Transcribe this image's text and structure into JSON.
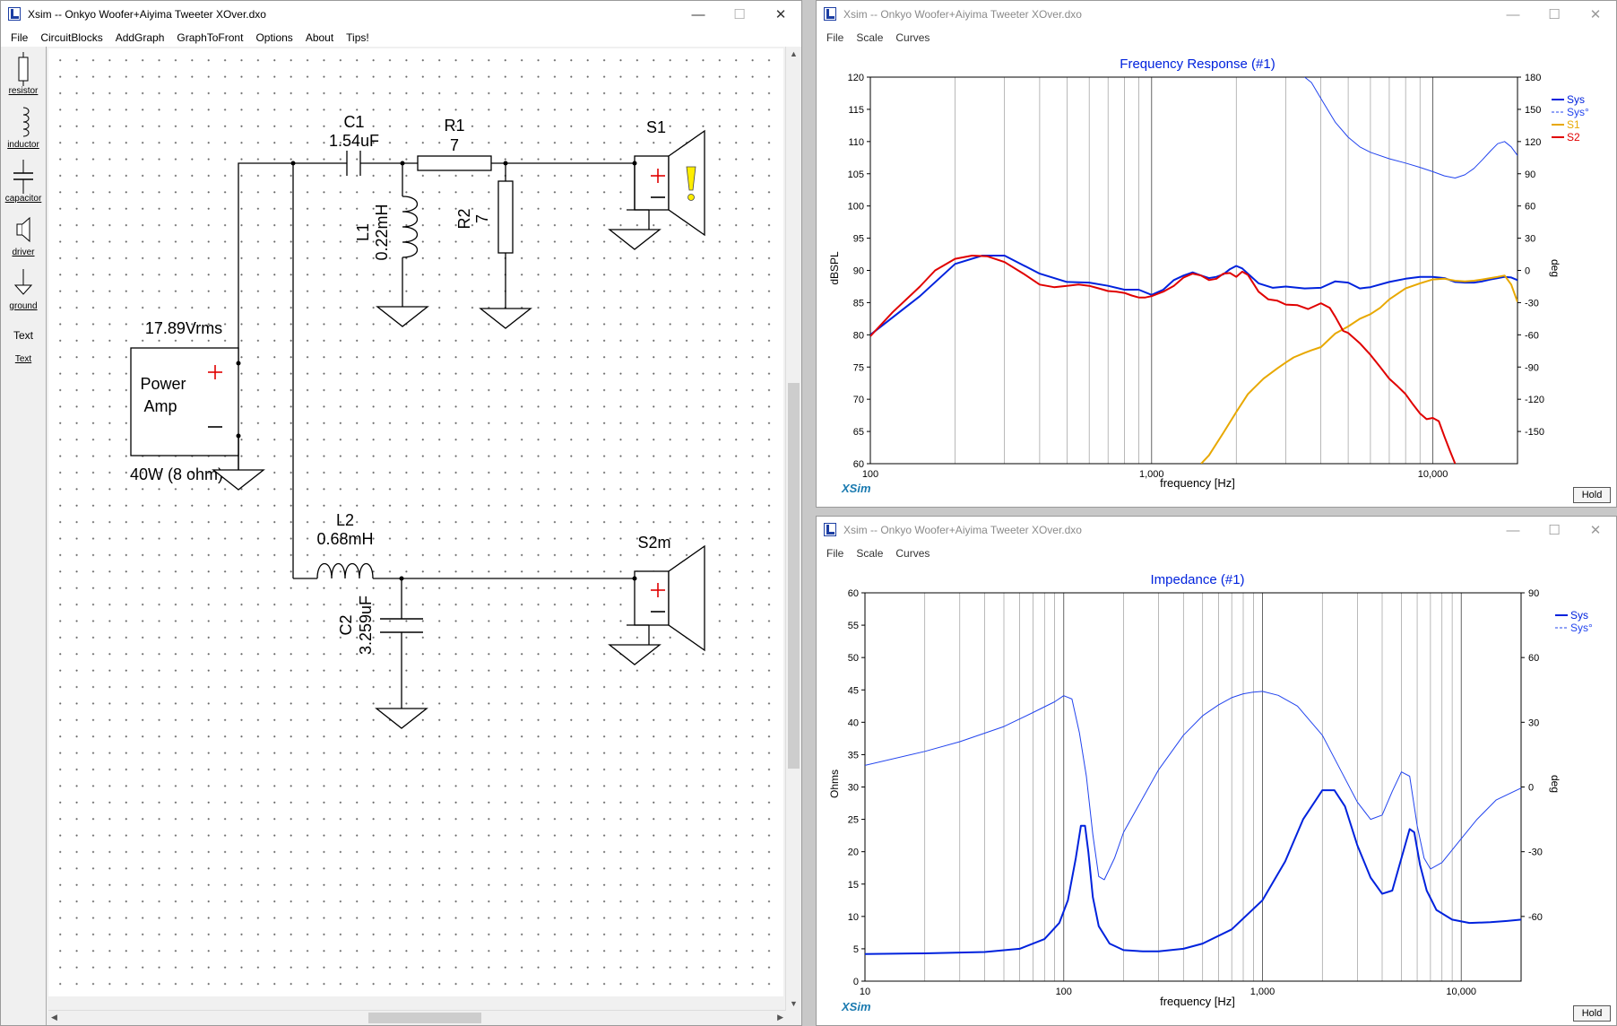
{
  "editor": {
    "title": "Xsim -- Onkyo Woofer+Aiyima Tweeter XOver.dxo",
    "menu": [
      "File",
      "CircuitBlocks",
      "AddGraph",
      "GraphToFront",
      "Options",
      "About",
      "Tips!"
    ],
    "window_buttons": {
      "min": "—",
      "max": "☐",
      "close": "✕"
    },
    "toolbox": {
      "resistor": "resistor",
      "inductor": "inductor",
      "capacitor": "capacitor",
      "driver": "driver",
      "ground": "ground",
      "text1": "Text",
      "text2": "Text"
    },
    "schematic": {
      "amp_voltage": "17.89Vrms",
      "amp_name_1": "Power",
      "amp_name_2": "Amp",
      "amp_rating": "40W (8 ohm)",
      "c1_name": "C1",
      "c1_value": "1.54uF",
      "r1_name": "R1",
      "r1_value": "7",
      "l1_name": "L1",
      "l1_value": "0.22mH",
      "r2_name": "R2",
      "r2_value": "7",
      "s1_name": "S1",
      "l2_name": "L2",
      "l2_value": "0.68mH",
      "c2_name": "C2",
      "c2_value": "3.259uF",
      "s2_name": "S2m"
    }
  },
  "freq_window": {
    "title": "Xsim -- Onkyo Woofer+Aiyima Tweeter XOver.dxo",
    "menu": [
      "File",
      "Scale",
      "Curves"
    ],
    "window_buttons": {
      "min": "—",
      "max": "☐",
      "close": "✕"
    },
    "hold": "Hold",
    "brand": "XSim",
    "chart_data": {
      "type": "line",
      "title": "Frequency Response (#1)",
      "xlabel": "frequency [Hz]",
      "ylabel": "dBSPL",
      "y2label": "deg",
      "xscale": "log",
      "xlim": [
        100,
        20000
      ],
      "ylim": [
        60,
        120
      ],
      "y2lim": [
        -180,
        180
      ],
      "x_ticks": [
        "100",
        "1,000",
        "10,000"
      ],
      "y_ticks": [
        "60",
        "65",
        "70",
        "75",
        "80",
        "85",
        "90",
        "95",
        "100",
        "105",
        "110",
        "115",
        "120"
      ],
      "y2_ticks": [
        "-150",
        "-120",
        "-90",
        "-60",
        "-30",
        "0",
        "30",
        "60",
        "90",
        "120",
        "150",
        "180"
      ],
      "legend": [
        "Sys",
        "Sys°",
        "S1",
        "S2"
      ],
      "colors": {
        "Sys": "#0022dd",
        "Sys_phase": "#2244ee",
        "S1": "#e8a800",
        "S2": "#e00000"
      },
      "series": [
        {
          "name": "Sys",
          "axis": "left",
          "x": [
            100,
            150,
            200,
            250,
            300,
            400,
            500,
            600,
            700,
            800,
            900,
            1000,
            1100,
            1200,
            1300,
            1400,
            1500,
            1600,
            1700,
            1800,
            1900,
            2000,
            2100,
            2200,
            2400,
            2700,
            3000,
            3500,
            4000,
            4500,
            5000,
            5500,
            6000,
            7000,
            8000,
            9000,
            10000,
            11000,
            12000,
            13000,
            14000,
            15000,
            16000,
            17000,
            18000,
            19000,
            20000
          ],
          "y": [
            80,
            86,
            91,
            92.3,
            92.3,
            89.5,
            88.2,
            88.1,
            87.6,
            87,
            87,
            86.2,
            87,
            88.5,
            89.2,
            89.7,
            89.2,
            88.8,
            89,
            89.4,
            90.2,
            90.7,
            90.3,
            89.5,
            88,
            87.3,
            87.5,
            87.2,
            87.3,
            88.3,
            88.1,
            87.2,
            87.4,
            88.2,
            88.7,
            89,
            89,
            88.8,
            88.2,
            88.1,
            88.1,
            88.3,
            88.6,
            88.8,
            89,
            88.9,
            88.5
          ]
        },
        {
          "name": "Sys°",
          "axis": "right",
          "x": [
            3500,
            3700,
            4000,
            4500,
            5000,
            5500,
            6000,
            7000,
            8000,
            9000,
            10000,
            11000,
            12000,
            13000,
            14000,
            15000,
            16000,
            17000,
            18000,
            19000,
            20000
          ],
          "y": [
            180,
            175,
            160,
            138,
            124,
            115,
            110,
            104,
            100,
            96,
            92,
            88,
            86,
            89,
            95,
            103,
            111,
            118,
            120,
            115,
            107
          ]
        },
        {
          "name": "S1",
          "axis": "left",
          "x": [
            1500,
            1600,
            1800,
            2000,
            2200,
            2500,
            2800,
            3000,
            3200,
            3500,
            3700,
            4000,
            4500,
            5000,
            5500,
            6000,
            6500,
            7000,
            8000,
            9000,
            10000,
            11000,
            12000,
            13000,
            14000,
            15000,
            16000,
            17000,
            18000,
            19000,
            20000
          ],
          "y": [
            60,
            61.3,
            64.8,
            68,
            70.8,
            73.2,
            74.8,
            75.7,
            76.5,
            77.2,
            77.6,
            78.1,
            80.2,
            81.3,
            82.5,
            83.2,
            84.2,
            85.5,
            87.2,
            88,
            88.6,
            88.7,
            88.4,
            88.3,
            88.4,
            88.6,
            88.8,
            89,
            89.2,
            87.8,
            85.1
          ]
        },
        {
          "name": "S2",
          "axis": "left",
          "x": [
            100,
            120,
            150,
            170,
            200,
            230,
            260,
            300,
            350,
            400,
            450,
            500,
            550,
            600,
            650,
            700,
            750,
            800,
            850,
            900,
            950,
            1000,
            1100,
            1200,
            1300,
            1400,
            1500,
            1600,
            1700,
            1800,
            1900,
            2000,
            2100,
            2200,
            2400,
            2600,
            2800,
            3000,
            3300,
            3600,
            4000,
            4300,
            4500,
            4800,
            5000,
            5500,
            6000,
            6500,
            7000,
            7500,
            8000,
            8500,
            9000,
            9500,
            10000,
            10500,
            11000,
            11500,
            12000
          ],
          "y": [
            79.8,
            83.5,
            87.5,
            90,
            91.8,
            92.3,
            92.2,
            91.3,
            89.5,
            87.8,
            87.4,
            87.6,
            87.8,
            87.6,
            87.2,
            86.8,
            86.7,
            86.5,
            86.1,
            85.8,
            85.8,
            86,
            86.7,
            87.6,
            88.9,
            89.5,
            89.2,
            88.5,
            88.7,
            89.5,
            89.6,
            89,
            89.8,
            89.3,
            86.7,
            85.5,
            85.3,
            84.7,
            84.6,
            84,
            84.9,
            84.2,
            82.8,
            80.6,
            80.3,
            78.7,
            76.9,
            75,
            73.2,
            72,
            70.8,
            69.2,
            67.8,
            66.9,
            67.1,
            66.6,
            64.2,
            62,
            60
          ]
        }
      ]
    }
  },
  "imp_window": {
    "title": "Xsim -- Onkyo Woofer+Aiyima Tweeter XOver.dxo",
    "menu": [
      "File",
      "Scale",
      "Curves"
    ],
    "window_buttons": {
      "min": "—",
      "max": "☐",
      "close": "✕"
    },
    "hold": "Hold",
    "brand": "XSim",
    "chart_data": {
      "type": "line",
      "title": "Impedance (#1)",
      "xlabel": "frequency [Hz]",
      "ylabel": "Ohms",
      "y2label": "deg",
      "xscale": "log",
      "xlim": [
        10,
        20000
      ],
      "ylim": [
        0,
        60
      ],
      "y2lim": [
        -90,
        90
      ],
      "x_ticks": [
        "10",
        "100",
        "1,000",
        "10,000"
      ],
      "y_ticks": [
        "0",
        "5",
        "10",
        "15",
        "20",
        "25",
        "30",
        "35",
        "40",
        "45",
        "50",
        "55",
        "60"
      ],
      "y2_ticks": [
        "-60",
        "-30",
        "0",
        "30",
        "60",
        "90"
      ],
      "legend": [
        "Sys",
        "Sys°"
      ],
      "colors": {
        "Sys": "#0022dd",
        "Sys_phase": "#2244ee"
      },
      "series": [
        {
          "name": "Sys",
          "axis": "left",
          "x": [
            10,
            20,
            40,
            60,
            80,
            95,
            105,
            115,
            122,
            128,
            133,
            140,
            150,
            170,
            200,
            250,
            300,
            400,
            500,
            700,
            1000,
            1300,
            1600,
            2000,
            2300,
            2600,
            3000,
            3500,
            4000,
            4500,
            5000,
            5500,
            5800,
            6200,
            6700,
            7500,
            9000,
            11000,
            14000,
            17000,
            20000
          ],
          "y": [
            4.2,
            4.3,
            4.5,
            5,
            6.5,
            9,
            12.5,
            19,
            24,
            24,
            20,
            13,
            8.5,
            5.8,
            4.8,
            4.6,
            4.6,
            5,
            5.8,
            8,
            12.5,
            18.5,
            25,
            29.5,
            29.5,
            27,
            21,
            16,
            13.5,
            14,
            19,
            23.5,
            23,
            18,
            14,
            11,
            9.5,
            9,
            9.1,
            9.3,
            9.5
          ]
        },
        {
          "name": "Sys°",
          "axis": "right",
          "x": [
            10,
            20,
            30,
            50,
            70,
            90,
            100,
            110,
            120,
            130,
            140,
            150,
            160,
            180,
            200,
            300,
            400,
            500,
            600,
            700,
            800,
            900,
            1000,
            1200,
            1500,
            2000,
            2500,
            3000,
            3500,
            4000,
            4500,
            5000,
            5500,
            6000,
            6500,
            7000,
            8000,
            10000,
            12000,
            15000,
            20000
          ],
          "y": [
            10,
            16.5,
            21,
            28,
            34.5,
            39.5,
            42.3,
            40.8,
            25,
            5,
            -22,
            -41.5,
            -43,
            -33,
            -21,
            8,
            24,
            33,
            38,
            41.4,
            43.2,
            44,
            44.3,
            42.5,
            37.5,
            24,
            7,
            -7,
            -15,
            -13,
            -2,
            7,
            5,
            -18,
            -33,
            -38,
            -35,
            -24,
            -15,
            -6,
            -0.5
          ]
        }
      ]
    }
  }
}
